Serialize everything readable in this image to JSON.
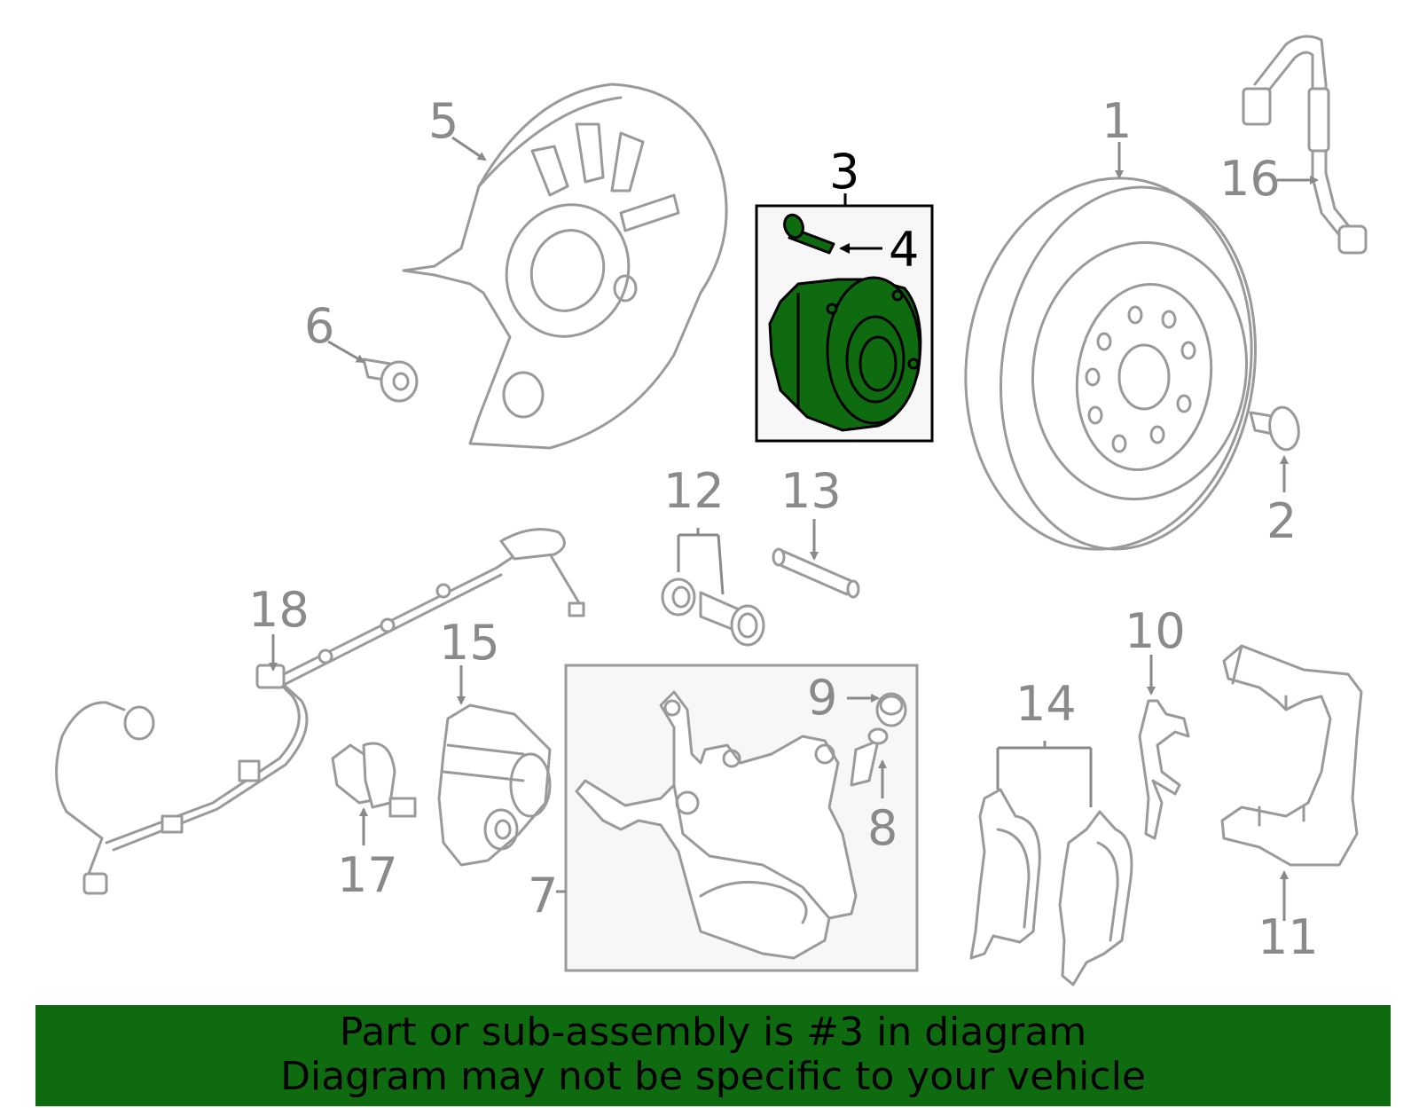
{
  "callouts": {
    "c1": "1",
    "c2": "2",
    "c3": "3",
    "c4": "4",
    "c5": "5",
    "c6": "6",
    "c7": "7",
    "c8": "8",
    "c9": "9",
    "c10": "10",
    "c11": "11",
    "c12": "12",
    "c13": "13",
    "c14": "14",
    "c15": "15",
    "c16": "16",
    "c17": "17",
    "c18": "18"
  },
  "highlight_color": "#0f6b0f",
  "footer": {
    "line1": "Part or sub-assembly is #3 in diagram",
    "line2": "Diagram may not be specific to your vehicle"
  }
}
